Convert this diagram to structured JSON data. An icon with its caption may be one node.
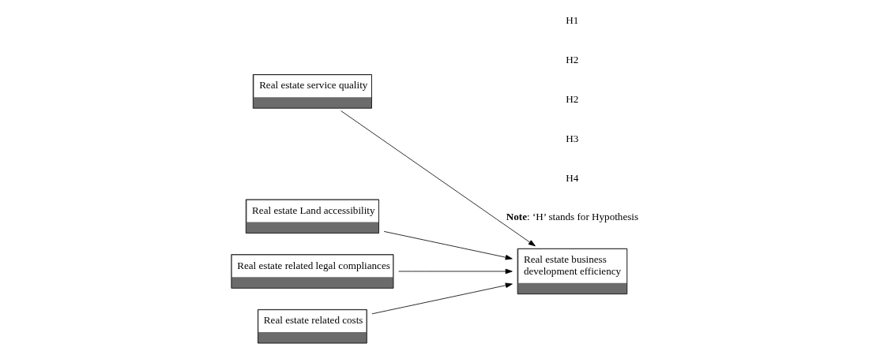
{
  "diagram": {
    "nodes": [
      {
        "text": [
          "Real estate service quality"
        ]
      },
      {
        "text": [
          "Real estate Land accessibility"
        ]
      },
      {
        "text": [
          "Real estate related legal compliances"
        ]
      },
      {
        "text": [
          "Real estate related costs"
        ]
      },
      {
        "text": [
          "Real estate business development efficiency"
        ]
      }
    ],
    "edges": [
      {
        "from": 0,
        "to": 4,
        "arrow": "to"
      },
      {
        "from": 1,
        "to": 4,
        "arrow": "to"
      },
      {
        "from": 2,
        "to": 4,
        "arrow": "to"
      },
      {
        "from": 3,
        "to": 4,
        "arrow": "to"
      }
    ],
    "labels": [
      "H1",
      "H2",
      "H2",
      "H3",
      "H4",
      "**Note**: ‘H’ stands for Hypothesis"
    ]
  }
}
